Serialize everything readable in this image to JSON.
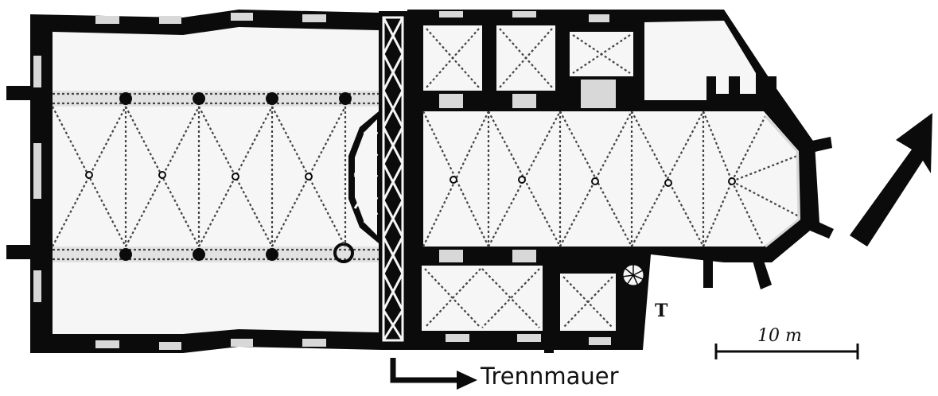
{
  "diagram": {
    "partition_wall_label": "Trennmauer",
    "scale_bar_label": "10 m",
    "tower_marker_label": "T",
    "colors": {
      "wall": "#0b0b0b",
      "floor": "#f6f6f6",
      "rib": "#444444"
    },
    "icons": {
      "north_arrow": "north-arrow-icon",
      "stair": "spiral-stair-icon"
    }
  }
}
